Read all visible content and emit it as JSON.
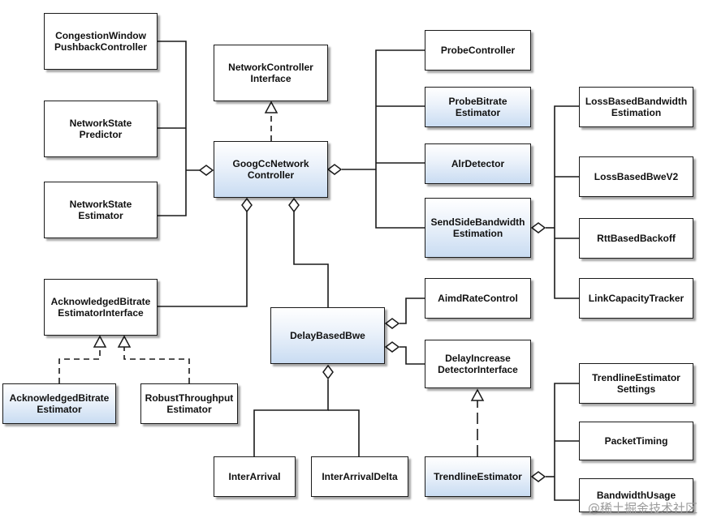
{
  "nodes": {
    "congestion_window": "CongestionWindow\nPushbackController",
    "network_state_predictor": "NetworkState\nPredictor",
    "network_state_estimator": "NetworkState\nEstimator",
    "network_controller_interface": "NetworkController\nInterface",
    "goog_cc_network_controller": "GoogCcNetwork\nController",
    "probe_controller": "ProbeController",
    "probe_bitrate_estimator": "ProbeBitrate\nEstimator",
    "alr_detector": "AlrDetector",
    "send_side_bandwidth_estimation": "SendSideBandwidth\nEstimation",
    "loss_based_bandwidth_estimation": "LossBasedBandwidth\nEstimation",
    "loss_based_bwe_v2": "LossBasedBweV2",
    "rtt_based_backoff": "RttBasedBackoff",
    "link_capacity_tracker": "LinkCapacityTracker",
    "acknowledged_bitrate_estimator_interface": "AcknowledgedBitrate\nEstimatorInterface",
    "delay_based_bwe": "DelayBasedBwe",
    "aimd_rate_control": "AimdRateControl",
    "delay_increase_detector_interface": "DelayIncrease\nDetectorInterface",
    "acknowledged_bitrate_estimator": "AcknowledgedBitrate\nEstimator",
    "robust_throughput_estimator": "RobustThroughput\nEstimator",
    "inter_arrival": "InterArrival",
    "inter_arrival_delta": "InterArrivalDelta",
    "trendline_estimator": "TrendlineEstimator",
    "trendline_estimator_settings": "TrendlineEstimator\nSettings",
    "packet_timing": "PacketTiming",
    "bandwidth_usage": "BandwidthUsage"
  },
  "watermark": "@稀土掘金技术社区",
  "colors": {
    "line": "#1a1a1a",
    "box_blue": "#c9dcf2"
  }
}
